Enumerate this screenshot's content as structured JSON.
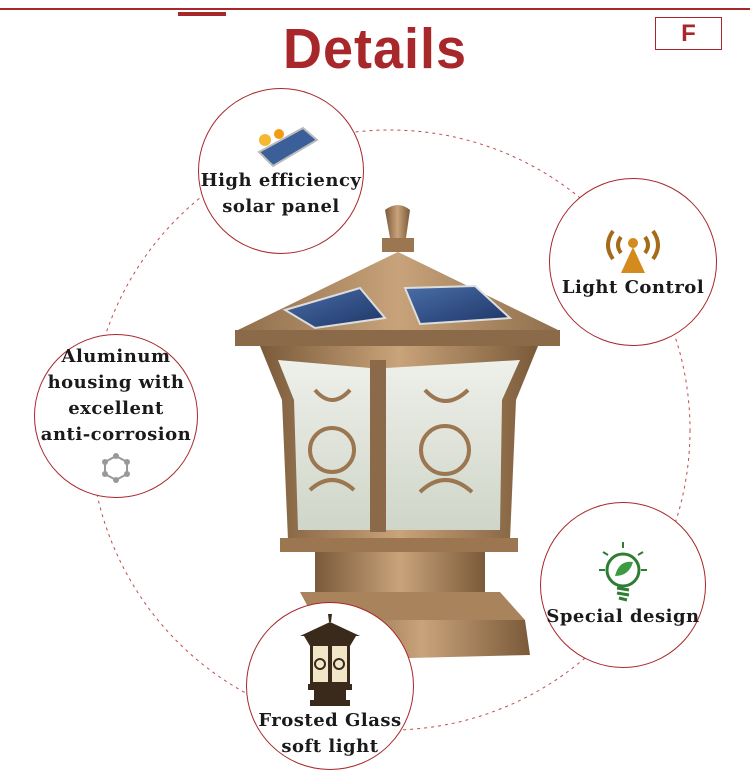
{
  "header": {
    "title": "Details",
    "tag": "F"
  },
  "colors": {
    "accent": "#a8272b",
    "text": "#1a1a1a",
    "bronze": "#b08a63",
    "glass": "#dfe3da"
  },
  "features": [
    {
      "lines": [
        "High efficiency",
        "solar panel"
      ],
      "icon": "solar-panel-icon"
    },
    {
      "lines": [
        "Light Control"
      ],
      "icon": "light-sensor-icon"
    },
    {
      "lines": [
        "Aluminum",
        "housing with",
        "excellent",
        "anti-corrosion"
      ],
      "icon": "molecule-icon"
    },
    {
      "lines": [
        "Special design"
      ],
      "icon": "eco-bulb-icon"
    },
    {
      "lines": [
        "Frosted Glass",
        "soft light"
      ],
      "icon": "lamp-thumbnail-icon"
    }
  ]
}
